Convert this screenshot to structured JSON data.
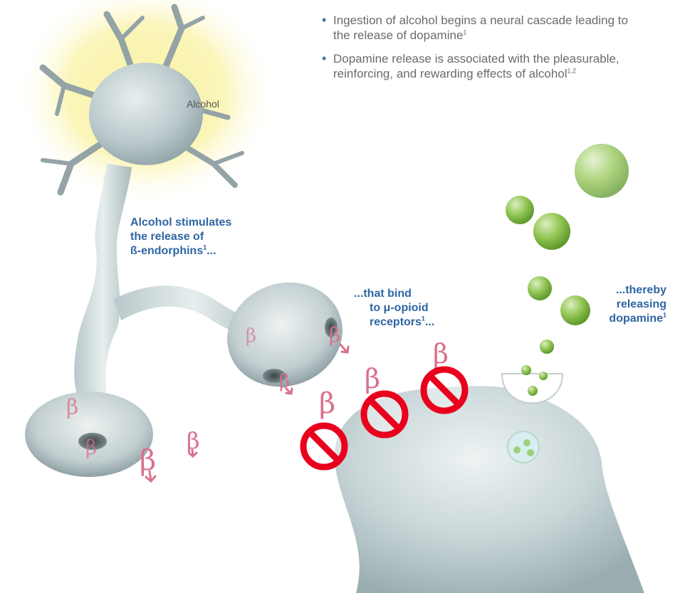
{
  "bullets": [
    {
      "text": "Ingestion of alcohol begins a neural cascade leading to the release of dopamine",
      "ref": "1"
    },
    {
      "text": "Dopamine release is associated with the pleasurable, reinforcing, and rewarding effects of alcohol",
      "ref": "1,2"
    }
  ],
  "labels": {
    "alcohol": "Alcohol",
    "stimulates": {
      "line1": "Alcohol stimulates",
      "line2": "the release of",
      "line3": "ß-endorphins",
      "ref": "1",
      "tail": "..."
    },
    "bind": {
      "line1": "...that bind",
      "line2": "to μ-opioid",
      "line3": "receptors",
      "ref": "1",
      "tail": "..."
    },
    "releasing": {
      "line1": "...thereby",
      "line2": "releasing",
      "line3": "dopamine",
      "ref": "1"
    }
  },
  "beta_symbol": "β",
  "colors": {
    "neuron_body": "#c5d3d6",
    "neuron_shadow": "#7f9397",
    "glow": "#f7ef9a",
    "label_blue": "#2f66a3",
    "beta_pink": "#d9708c",
    "vesicle_green": "#7fbe3f",
    "no_symbol_red": "#e8001c"
  },
  "icons": [
    "no-entry-icon",
    "beta-endorphin-icon",
    "dopamine-vesicle-icon"
  ]
}
